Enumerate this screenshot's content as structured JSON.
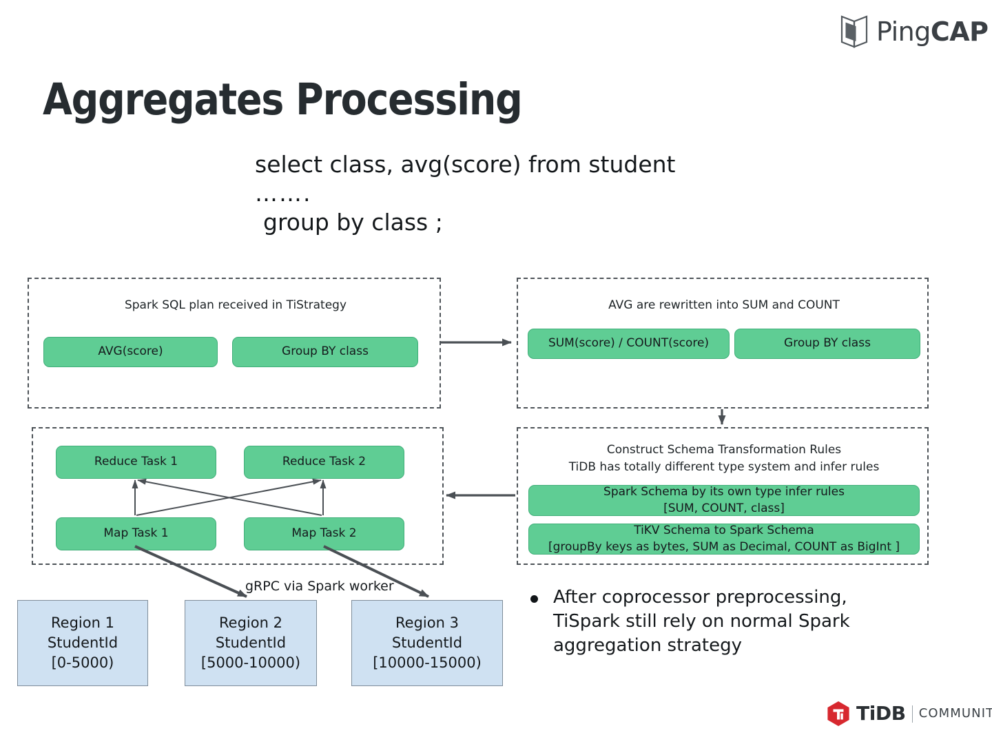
{
  "brand": {
    "pingcap_light": "Ping",
    "pingcap_bold": "CAP",
    "tidb_word": "TiDB",
    "tidb_community": "COMMUNITY"
  },
  "page": {
    "title": "Aggregates Processing"
  },
  "query": {
    "line1": "select class, avg(score) from student",
    "line2": "…….",
    "line3": "group by class ;"
  },
  "panels": {
    "spark_plan": {
      "title": "Spark SQL plan received in TiStrategy",
      "nodes": [
        {
          "label": "AVG(score)"
        },
        {
          "label": "Group BY class"
        }
      ]
    },
    "rewrite": {
      "title": "AVG are rewritten into SUM and COUNT",
      "nodes": [
        {
          "label": "SUM(score) / COUNT(score)"
        },
        {
          "label": "Group BY class"
        }
      ]
    },
    "mapreduce": {
      "nodes": [
        {
          "label": "Reduce Task 1"
        },
        {
          "label": "Reduce Task 2"
        },
        {
          "label": "Map Task 1"
        },
        {
          "label": "Map Task 2"
        }
      ]
    },
    "schema_rules": {
      "title": "Construct Schema Transformation Rules\nTiDB has totally different type system and infer rules",
      "nodes": [
        {
          "label": "Spark Schema by its own type infer rules\n[SUM, COUNT, class]"
        },
        {
          "label": "TiKV Schema to Spark Schema\n[groupBy keys as bytes, SUM as Decimal, COUNT as BigInt ]"
        }
      ]
    }
  },
  "regions": [
    {
      "label": "Region 1\nStudentId\n[0-5000)",
      "name": "Region 1",
      "key": "StudentId",
      "range": "[0-5000)"
    },
    {
      "label": "Region 2\nStudentId\n[5000-10000)",
      "name": "Region 2",
      "key": "StudentId",
      "range": "[5000-10000)"
    },
    {
      "label": "Region 3\nStudentId\n[10000-15000)",
      "name": "Region 3",
      "key": "StudentId",
      "range": "[10000-15000)"
    }
  ],
  "labels": {
    "grpc": "gRPC via Spark worker"
  },
  "bullet": {
    "text": "After coprocessor preprocessing, TiSpark still rely on normal Spark aggregation strategy"
  },
  "colors": {
    "green_node": "#5fcd94",
    "green_border": "#3fae78",
    "blue_node": "#cfe1f2",
    "blue_border": "#7e8c99",
    "dashed_border": "#4c5257",
    "arrow": "#4a4f54",
    "text": "#14181b",
    "tidb_red": "#d7282f"
  }
}
